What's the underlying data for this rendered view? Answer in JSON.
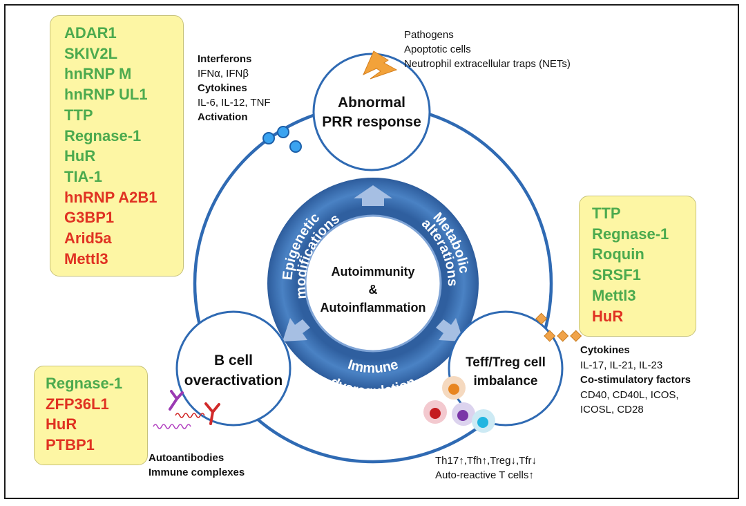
{
  "center": {
    "title_lines": [
      "Autoimmunity",
      "&",
      "Autoinflammation"
    ]
  },
  "ring_labels": {
    "epigenetic": [
      "Epigenetic",
      "modifications"
    ],
    "metabolic": [
      "Metabolic",
      "alterations"
    ],
    "immune": [
      "Immune",
      "dysregulation"
    ]
  },
  "nodes": {
    "prr": [
      "Abnormal",
      "PRR response"
    ],
    "bcell": [
      "B cell",
      "overactivation"
    ],
    "teff": [
      "Teff/Treg cell",
      "imbalance"
    ]
  },
  "triggers": [
    "Pathogens",
    "Apoptotic cells",
    "Neutrophil extracellular traps (NETs)"
  ],
  "prr_outputs": {
    "interferons_heading": "Interferons",
    "interferons": "IFNα, IFNβ",
    "cytokines_heading": "Cytokines",
    "cytokines": "IL-6, IL-12, TNF",
    "activation_heading": "Activation"
  },
  "teff_outputs": {
    "cytokines_heading": "Cytokines",
    "cytokines": "IL-17, IL-21, IL-23",
    "costim_heading": "Co-stimulatory factors",
    "costim_line1": "CD40, CD40L, ICOS,",
    "costim_line2": "ICOSL, CD28"
  },
  "tcell_changes": [
    "Th17↑,Tfh↑,Treg↓,Tfr↓",
    "Auto-reactive T cells↑"
  ],
  "bcell_outputs": [
    "Autoantibodies",
    "Immune complexes"
  ],
  "colors": {
    "green": "#4caa4e",
    "red": "#e03222",
    "box": "#fdf6a4",
    "ring": "#3c70b5",
    "line": "#2f6ab3"
  },
  "box_top_left": [
    {
      "name": "ADAR1",
      "color": "green"
    },
    {
      "name": "SKIV2L",
      "color": "green"
    },
    {
      "name": "hnRNP M",
      "color": "green"
    },
    {
      "name": "hnRNP UL1",
      "color": "green"
    },
    {
      "name": "TTP",
      "color": "green"
    },
    {
      "name": "Regnase-1",
      "color": "green"
    },
    {
      "name": "HuR",
      "color": "green"
    },
    {
      "name": "TIA-1",
      "color": "green"
    },
    {
      "name": "hnRNP A2B1",
      "color": "red"
    },
    {
      "name": "G3BP1",
      "color": "red"
    },
    {
      "name": "Arid5a",
      "color": "red"
    },
    {
      "name": "Mettl3",
      "color": "red"
    }
  ],
  "box_right": [
    {
      "name": "TTP",
      "color": "green"
    },
    {
      "name": "Regnase-1",
      "color": "green"
    },
    {
      "name": "Roquin",
      "color": "green"
    },
    {
      "name": "SRSF1",
      "color": "green"
    },
    {
      "name": "Mettl3",
      "color": "green"
    },
    {
      "name": "HuR",
      "color": "red"
    }
  ],
  "box_bottom_left": [
    {
      "name": "Regnase-1",
      "color": "green"
    },
    {
      "name": "ZFP36L1",
      "color": "red"
    },
    {
      "name": "HuR",
      "color": "red"
    },
    {
      "name": "PTBP1",
      "color": "red"
    }
  ]
}
